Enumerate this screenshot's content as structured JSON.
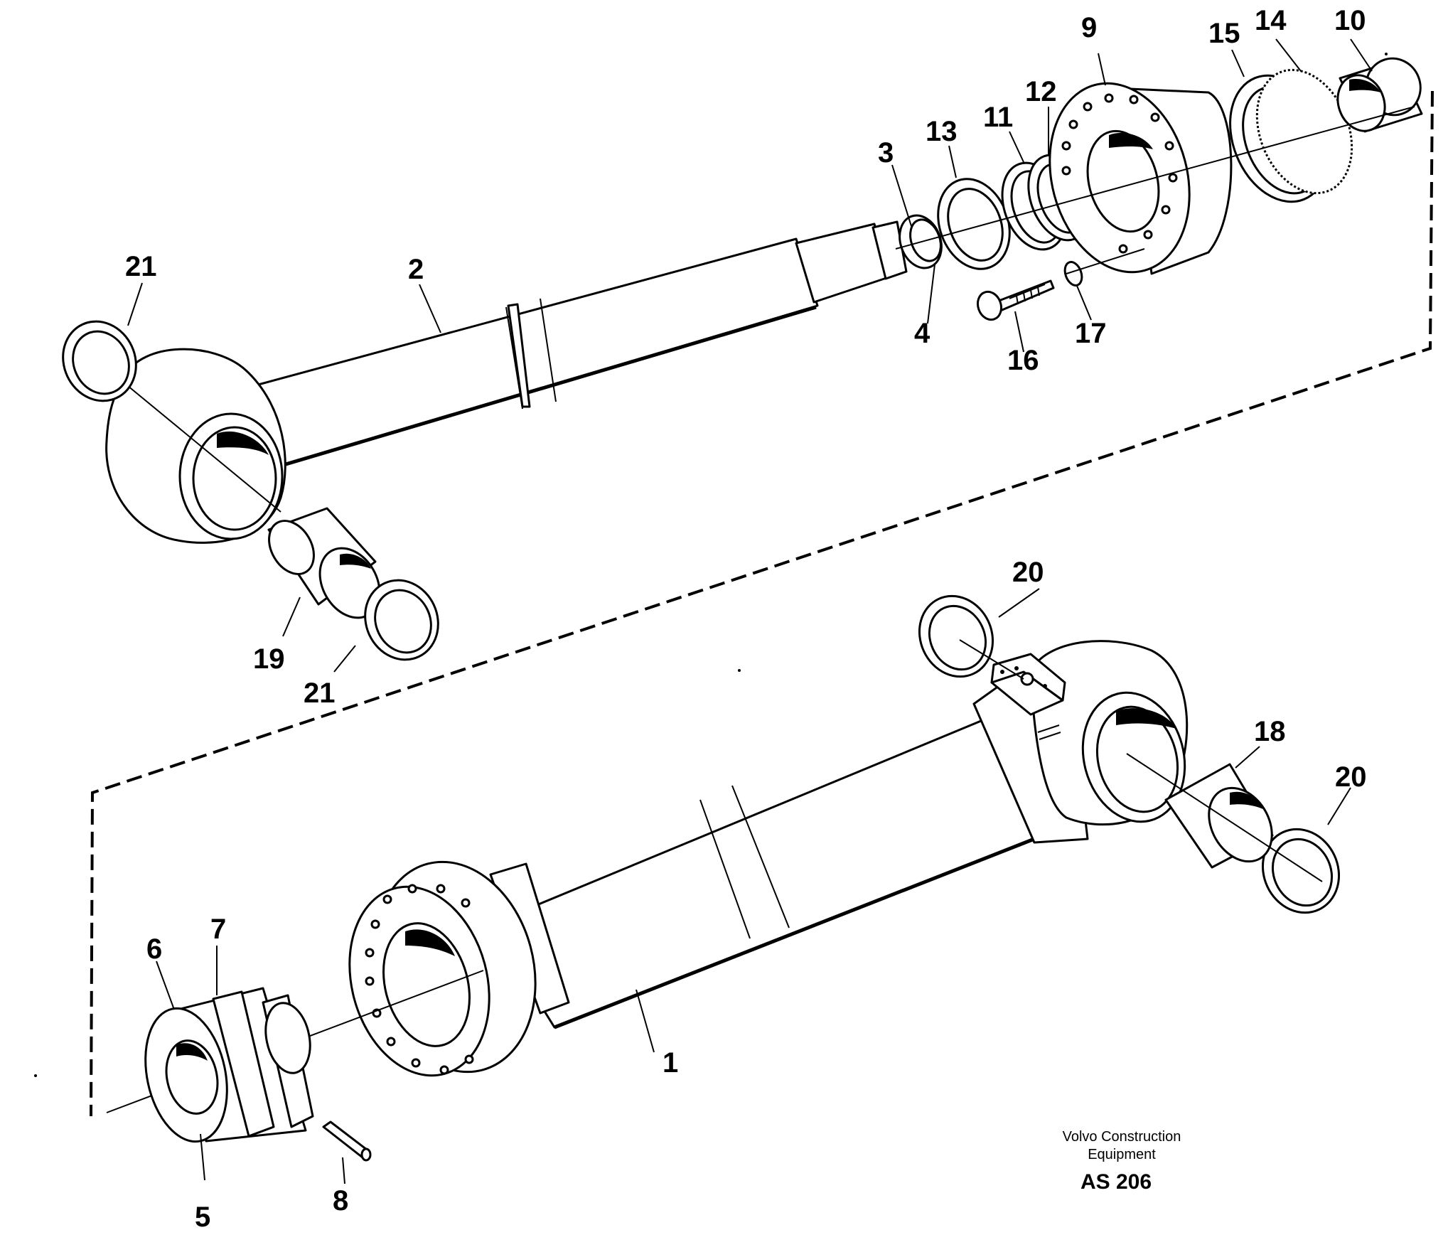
{
  "callouts": [
    {
      "id": "c1",
      "label": "1"
    },
    {
      "id": "c2",
      "label": "2"
    },
    {
      "id": "c3",
      "label": "3"
    },
    {
      "id": "c4",
      "label": "4"
    },
    {
      "id": "c5",
      "label": "5"
    },
    {
      "id": "c6",
      "label": "6"
    },
    {
      "id": "c7",
      "label": "7"
    },
    {
      "id": "c8",
      "label": "8"
    },
    {
      "id": "c9",
      "label": "9"
    },
    {
      "id": "c10",
      "label": "10"
    },
    {
      "id": "c11",
      "label": "11"
    },
    {
      "id": "c12",
      "label": "12"
    },
    {
      "id": "c13",
      "label": "13"
    },
    {
      "id": "c14",
      "label": "14"
    },
    {
      "id": "c15",
      "label": "15"
    },
    {
      "id": "c16",
      "label": "16"
    },
    {
      "id": "c17",
      "label": "17"
    },
    {
      "id": "c18",
      "label": "18"
    },
    {
      "id": "c19",
      "label": "19"
    },
    {
      "id": "c20a",
      "label": "20"
    },
    {
      "id": "c20b",
      "label": "20"
    },
    {
      "id": "c21a",
      "label": "21"
    },
    {
      "id": "c21b",
      "label": "21"
    }
  ],
  "credit": {
    "line1": "Volvo Construction",
    "line2": "Equipment",
    "code": "AS 206"
  }
}
